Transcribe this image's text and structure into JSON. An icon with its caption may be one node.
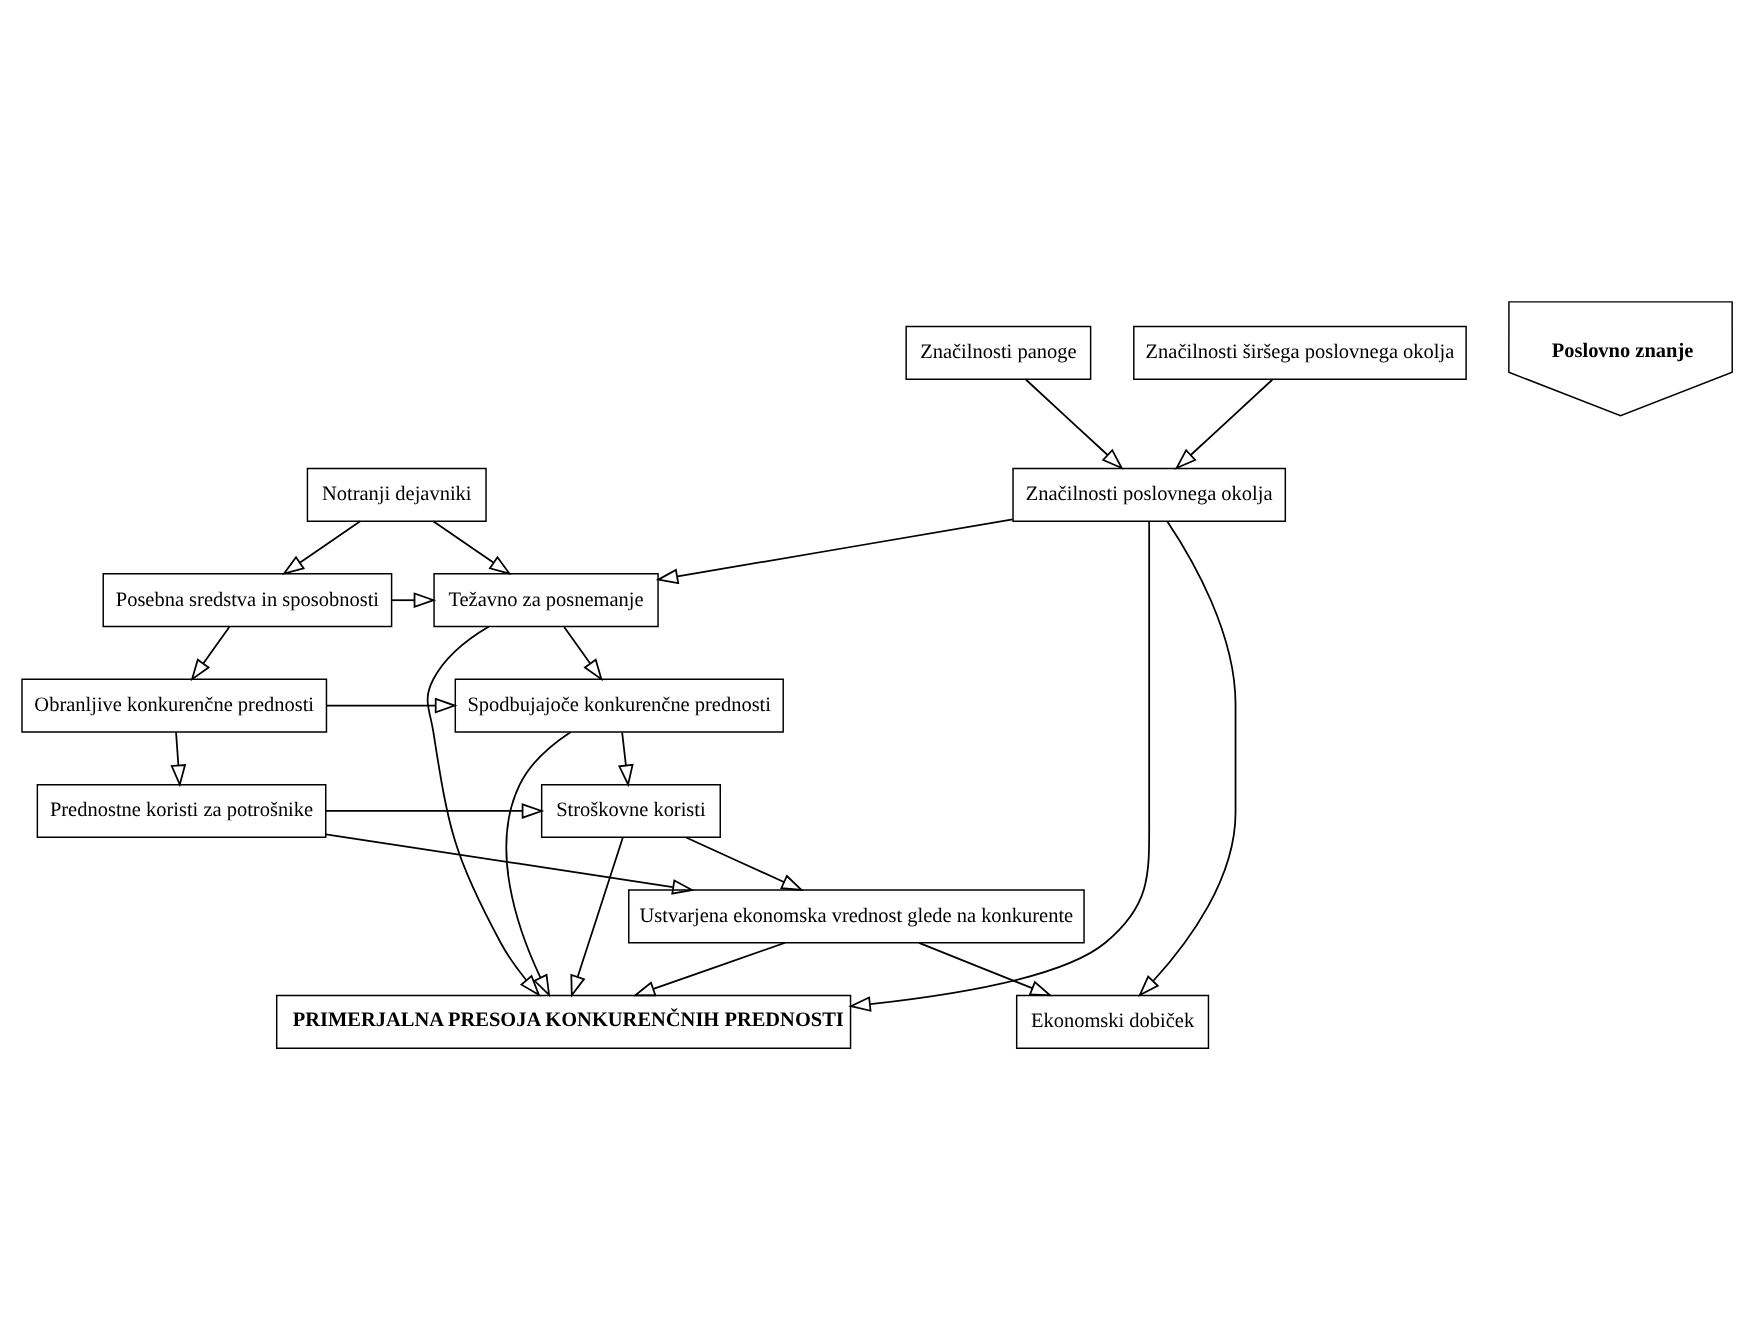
{
  "diagram": {
    "nodes": [
      {
        "text": [
          "Notranji dejavniki"
        ]
      },
      {
        "text": [
          "Posebna sredstva in sposobnosti"
        ]
      },
      {
        "text": [
          "Obranljive konkurenčne prednosti"
        ]
      },
      {
        "text": [
          "Prednostne koristi za potrošnike"
        ]
      },
      {
        "text": [
          "Ustvarjena ekonomska vrednost glede na konkurente"
        ]
      },
      {
        "text": [
          "Težavno za posnemanje"
        ]
      },
      {
        "text": [
          "Spodbujajoče konkurenčne prednosti"
        ]
      },
      {
        "text": [
          "Stroškovne koristi"
        ]
      },
      {
        "text": [
          "PRIMERJALNA PRESOJA KONKURENČNIH PREDNOSTI"
        ]
      },
      {
        "text": [
          "Značilnosti poslovnega okolja"
        ]
      },
      {
        "text": [
          "Poslovno znanje"
        ]
      },
      {
        "text": [
          "Značilnosti panoge"
        ]
      },
      {
        "text": [
          "Značilnosti širšega poslovnega okolja"
        ]
      },
      {
        "text": [
          "Ekonomski dobiček"
        ]
      }
    ],
    "edges": [
      {
        "from": 0,
        "to": 1,
        "arrow": "to"
      },
      {
        "from": 0,
        "to": 5,
        "arrow": "to"
      },
      {
        "from": 1,
        "to": 2,
        "arrow": "to"
      },
      {
        "from": 2,
        "to": 3,
        "arrow": "to"
      },
      {
        "from": 3,
        "to": 4,
        "arrow": "to"
      },
      {
        "from": 1,
        "to": 5,
        "arrow": "to"
      },
      {
        "from": 2,
        "to": 6,
        "arrow": "to"
      },
      {
        "from": 3,
        "to": 7,
        "arrow": "to"
      },
      {
        "from": 5,
        "to": 6,
        "arrow": "to"
      },
      {
        "from": 6,
        "to": 7,
        "arrow": "to"
      },
      {
        "from": 7,
        "to": 4,
        "arrow": "to"
      },
      {
        "from": 5,
        "to": 8,
        "arrow": "to"
      },
      {
        "from": 6,
        "to": 8,
        "arrow": "to"
      },
      {
        "from": 7,
        "to": 8,
        "arrow": "to"
      },
      {
        "from": 4,
        "to": 8,
        "arrow": "to"
      },
      {
        "from": 9,
        "to": 5,
        "arrow": "to"
      },
      {
        "from": 9,
        "to": 8,
        "arrow": "to"
      },
      {
        "from": 11,
        "to": 9,
        "arrow": "to"
      },
      {
        "from": 12,
        "to": 9,
        "arrow": "to"
      },
      {
        "from": 4,
        "to": 13,
        "arrow": "to"
      },
      {
        "from": 9,
        "to": 13,
        "arrow": "to"
      }
    ]
  }
}
